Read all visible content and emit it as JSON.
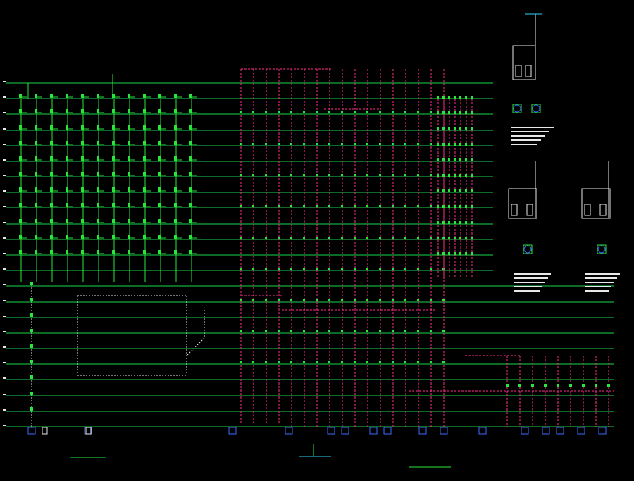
{
  "colors": {
    "background": "#000000",
    "floor_line": "#19d84a",
    "supply_riser": "#ff2e88",
    "fixture": "#29e63a",
    "equipment": "#3a6cff",
    "cyan_detail": "#2fd0ff",
    "white_text": "#e8e8e8"
  },
  "drawing": {
    "floor_count": 23,
    "left_riser_count": 12,
    "middle_riser_count": 17,
    "right_riser_count": 7,
    "lower_right_riser_count": 9
  },
  "titles": {
    "left_system": "",
    "right_system": "",
    "legend_1": "",
    "legend_2": ""
  },
  "icons": [
    "valve-icon",
    "meter-icon",
    "pump-icon",
    "tank-icon"
  ]
}
